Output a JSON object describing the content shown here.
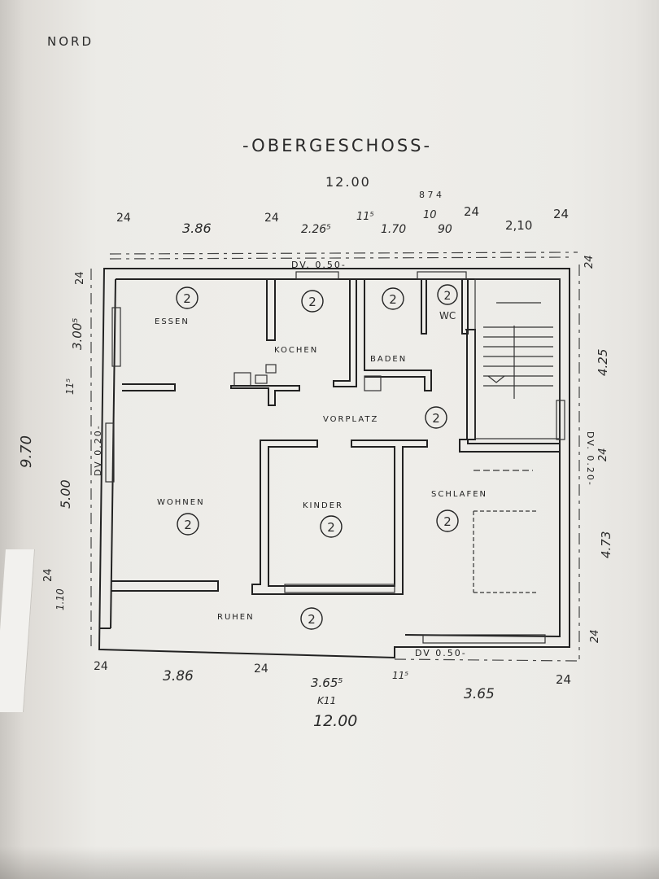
{
  "title": "-OBERGESCHOSS-",
  "north_label": "NORD",
  "rooms": [
    {
      "name": "ESSEN",
      "number": "2"
    },
    {
      "name": "KOCHEN",
      "number": "2"
    },
    {
      "name": "BADEN",
      "number": "2"
    },
    {
      "name": "WC",
      "number": "2"
    },
    {
      "name": "VORPLATZ",
      "number": "2"
    },
    {
      "name": "WOHNEN",
      "number": "2"
    },
    {
      "name": "KINDER",
      "number": "2"
    },
    {
      "name": "SCHLAFEN",
      "number": "2"
    },
    {
      "name": "RUHEN",
      "number": "2"
    }
  ],
  "dimensions": {
    "top_total": "12.00",
    "top_note": "8 7 4",
    "top": [
      "24",
      "3.86",
      "24",
      "2.26⁵",
      "11⁵",
      "1.70",
      "10",
      "90",
      "24",
      "2,10",
      "24"
    ],
    "bottom_total": "12.00",
    "bottom_note": "K11",
    "bottom": [
      "24",
      "3.86",
      "24",
      "3.65⁵",
      "11⁵",
      "3.65",
      "24"
    ],
    "left_total": "9.70",
    "left": [
      "24",
      "3.00⁵",
      "11⁵",
      "5.00",
      "24",
      "1.10"
    ],
    "right": [
      "24",
      "4.25",
      "24",
      "4.73",
      "24"
    ]
  },
  "annotations": {
    "dv_top": "DV. 0.50-",
    "dv_bottom": "DV 0.50-",
    "dv_left": "DV 0.20-",
    "dv_right": "DV. 0.20-"
  }
}
